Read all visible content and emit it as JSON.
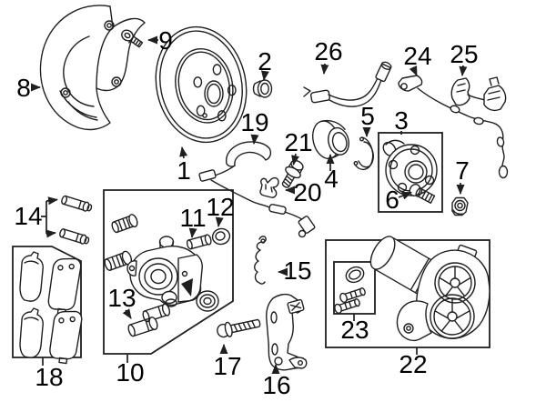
{
  "style": {
    "background": "#ffffff",
    "line_color": "#1f1f1f",
    "label_color": "#000000"
  },
  "parts": [
    {
      "number": "1"
    },
    {
      "number": "2"
    },
    {
      "number": "3"
    },
    {
      "number": "4"
    },
    {
      "number": "5"
    },
    {
      "number": "6"
    },
    {
      "number": "7"
    },
    {
      "number": "8"
    },
    {
      "number": "9"
    },
    {
      "number": "10"
    },
    {
      "number": "11"
    },
    {
      "number": "12"
    },
    {
      "number": "13"
    },
    {
      "number": "14"
    },
    {
      "number": "15"
    },
    {
      "number": "16"
    },
    {
      "number": "17"
    },
    {
      "number": "18"
    },
    {
      "number": "19"
    },
    {
      "number": "20"
    },
    {
      "number": "21"
    },
    {
      "number": "22"
    },
    {
      "number": "23"
    },
    {
      "number": "24"
    },
    {
      "number": "25"
    },
    {
      "number": "26"
    }
  ]
}
